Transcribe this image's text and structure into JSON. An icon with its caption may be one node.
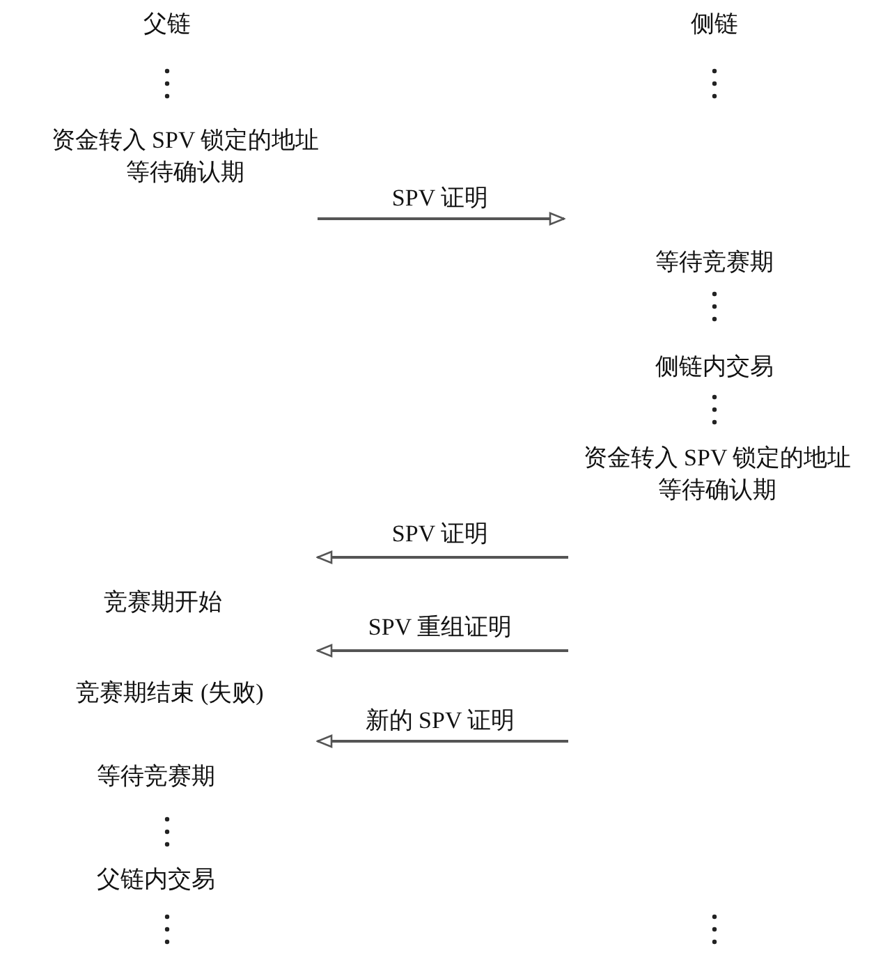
{
  "diagram": {
    "nodes": [
      {
        "text": [
          "资金转入 SPV 锁定的地址",
          "等待确认期"
        ]
      },
      {
        "text": [
          "等待竞赛期"
        ]
      },
      {
        "text": [
          "侧链内交易"
        ]
      },
      {
        "text": [
          "资金转入 SPV 锁定的地址",
          "等待确认期"
        ]
      },
      {
        "text": [
          "竞赛期开始"
        ]
      },
      {
        "text": [
          "竞赛期结束 (失败)"
        ]
      },
      {
        "text": [
          "等待竞赛期"
        ]
      },
      {
        "text": [
          "父链内交易"
        ]
      }
    ],
    "edges": [
      {
        "from": 0,
        "to": 1,
        "arrow": "to",
        "label": "SPV 证明"
      },
      {
        "from": 3,
        "to": 4,
        "arrow": "to",
        "label": "SPV 证明"
      },
      {
        "from": null,
        "to": 5,
        "arrow": "to",
        "label": "SPV 重组证明"
      },
      {
        "from": null,
        "to": 6,
        "arrow": "to",
        "label": "新的 SPV 证明"
      }
    ],
    "labels": [
      "父链",
      "侧链"
    ]
  }
}
